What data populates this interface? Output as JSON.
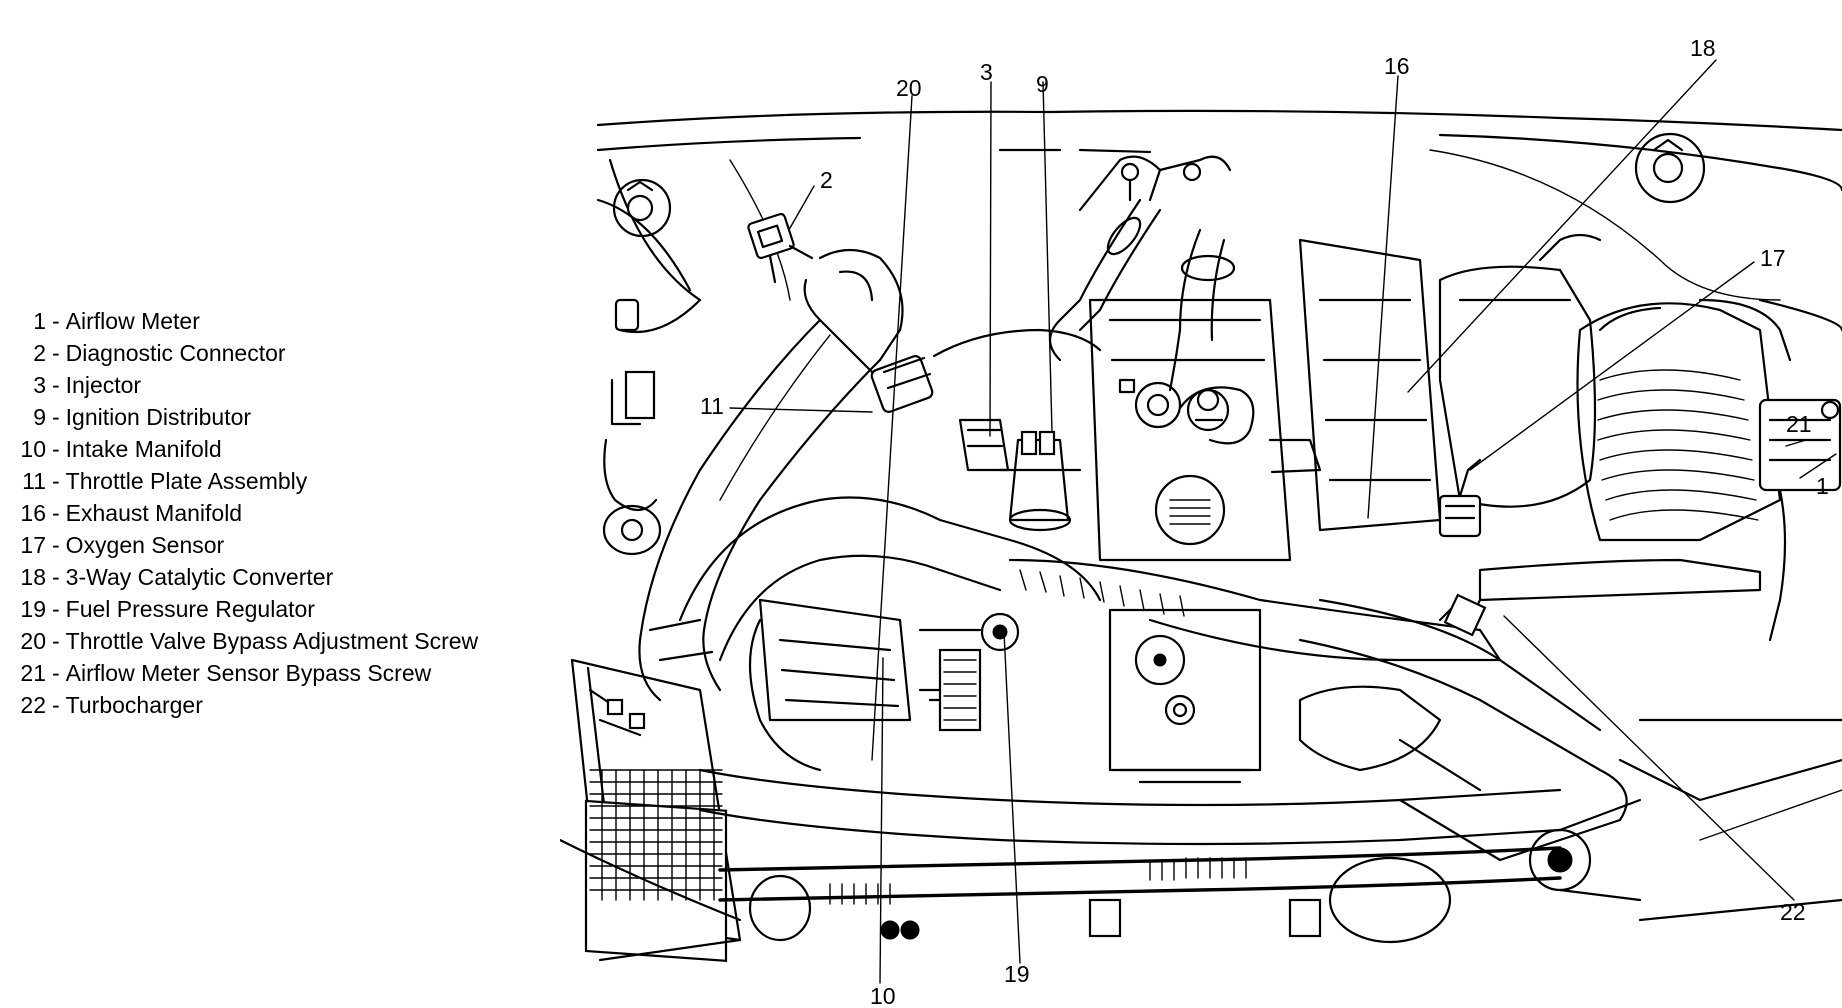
{
  "legend": [
    {
      "num": "1",
      "label": "Airflow Meter"
    },
    {
      "num": "2",
      "label": "Diagnostic Connector"
    },
    {
      "num": "3",
      "label": "Injector"
    },
    {
      "num": "9",
      "label": "Ignition Distributor"
    },
    {
      "num": "10",
      "label": "Intake Manifold"
    },
    {
      "num": "11",
      "label": "Throttle Plate Assembly"
    },
    {
      "num": "16",
      "label": "Exhaust Manifold"
    },
    {
      "num": "17",
      "label": "Oxygen Sensor"
    },
    {
      "num": "18",
      "label": "3-Way Catalytic Converter"
    },
    {
      "num": "19",
      "label": "Fuel Pressure Regulator"
    },
    {
      "num": "20",
      "label": "Throttle Valve Bypass Adjustment Screw"
    },
    {
      "num": "21",
      "label": "Airflow Meter Sensor Bypass Screw"
    },
    {
      "num": "22",
      "label": "Turbocharger"
    }
  ],
  "callouts": {
    "c1": "1",
    "c2": "2",
    "c3": "3",
    "c9": "9",
    "c10": "10",
    "c11": "11",
    "c16": "16",
    "c17": "17",
    "c18": "18",
    "c19": "19",
    "c20": "20",
    "c21": "21",
    "c22": "22"
  }
}
